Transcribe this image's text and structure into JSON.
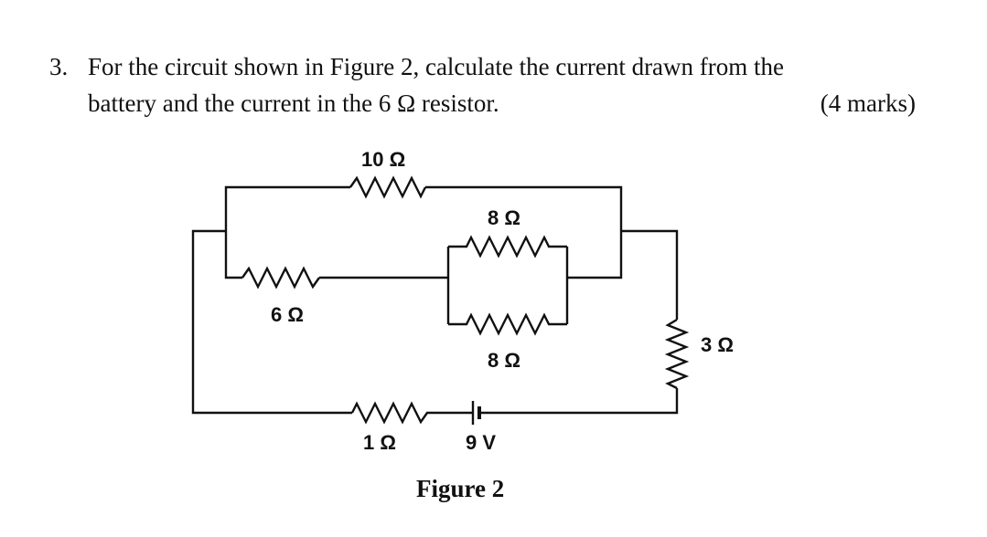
{
  "question": {
    "number": "3.",
    "line1": "For the circuit shown in Figure 2, calculate the current drawn from the",
    "line2": "battery and the current in the 6 Ω resistor.",
    "marks": "(4 marks)"
  },
  "figure": {
    "caption": "Figure 2",
    "labels": {
      "r10": "10 Ω",
      "r8_top": "8 Ω",
      "r8_bottom": "8 Ω",
      "r6": "6 Ω",
      "r3": "3 Ω",
      "r1": "1 Ω",
      "battery": "9 V"
    }
  }
}
